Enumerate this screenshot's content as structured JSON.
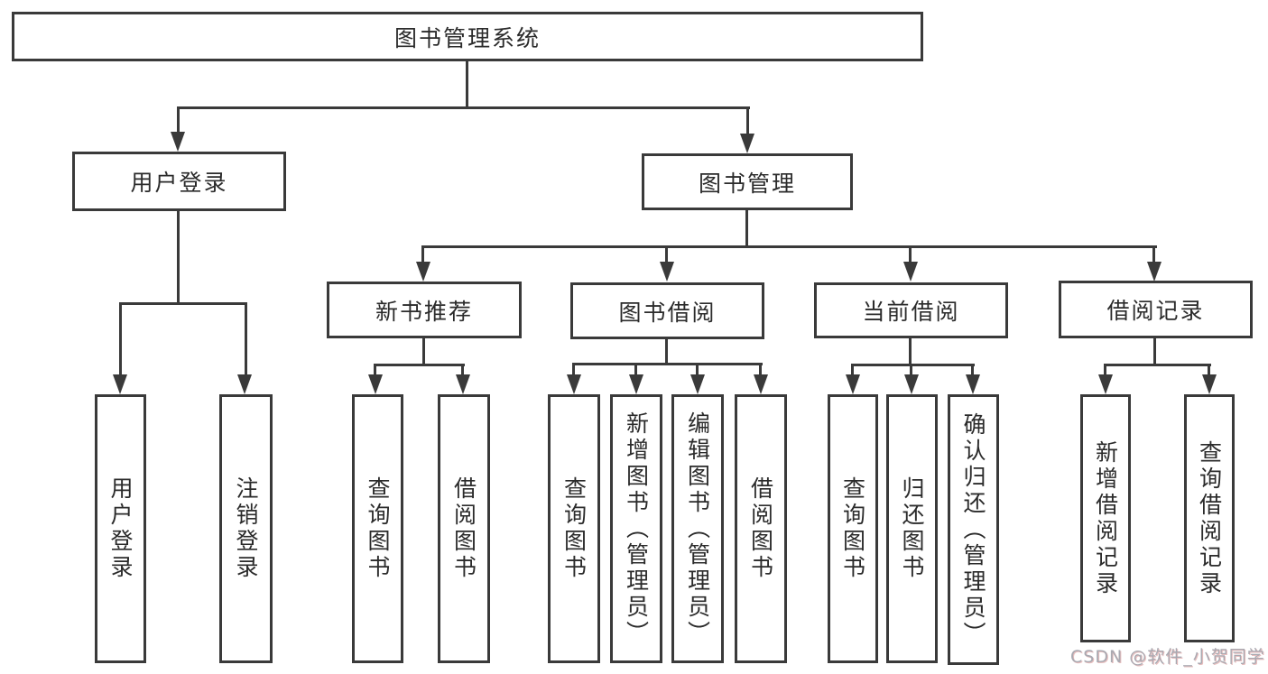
{
  "diagram": {
    "root": "图书管理系统",
    "level2": [
      "用户登录",
      "图书管理"
    ],
    "level3": [
      "新书推荐",
      "图书借阅",
      "当前借阅",
      "借阅记录"
    ],
    "leaves": [
      "用户登录",
      "注销登录",
      "查询图书",
      "借阅图书",
      "查询图书",
      "新增图书（管理员）",
      "编辑图书（管理员）",
      "借阅图书",
      "查询图书",
      "归还图书",
      "确认归还（管理员）",
      "新增借阅记录",
      "查询借阅记录"
    ],
    "tree": {
      "图书管理系统": {
        "用户登录": [
          "用户登录",
          "注销登录"
        ],
        "图书管理": {
          "新书推荐": [
            "查询图书",
            "借阅图书"
          ],
          "图书借阅": [
            "查询图书",
            "新增图书（管理员）",
            "编辑图书（管理员）",
            "借阅图书"
          ],
          "当前借阅": [
            "查询图书",
            "归还图书",
            "确认归还（管理员）"
          ],
          "借阅记录": [
            "新增借阅记录",
            "查询借阅记录"
          ]
        }
      }
    }
  },
  "watermark": "CSDN @软件_小贺同学",
  "colors": {
    "line": "#3a3a3a",
    "text": "#2b2b2b",
    "watermark": "#a9a9b1",
    "background": "#ffffff"
  }
}
